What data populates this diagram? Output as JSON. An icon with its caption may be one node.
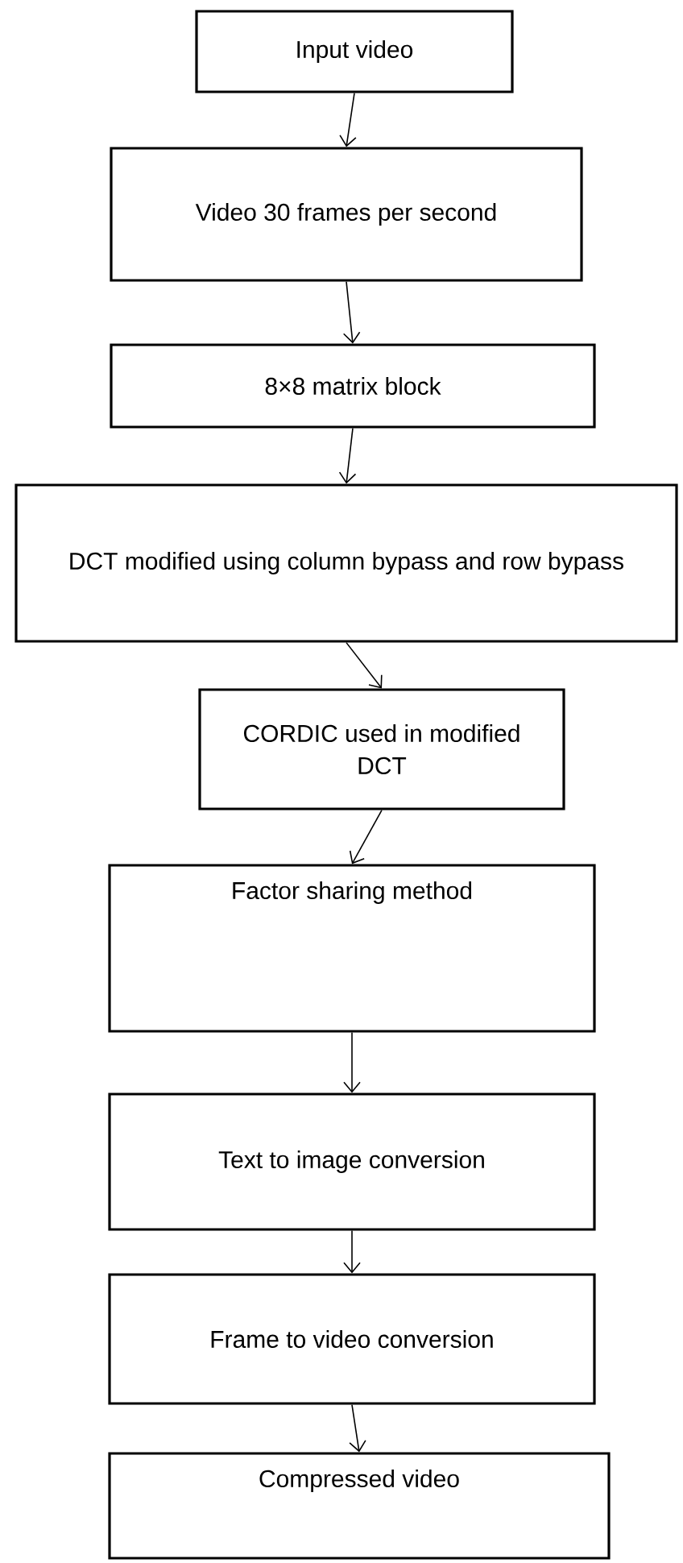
{
  "diagram": {
    "nodes": [
      {
        "text": [
          "Input video"
        ]
      },
      {
        "text": [
          "Video 30 frames per second"
        ]
      },
      {
        "text": [
          "8×8 matrix block"
        ]
      },
      {
        "text": [
          "DCT modified using column bypass and row bypass"
        ]
      },
      {
        "text": [
          "CORDIC used in modified DCT"
        ]
      },
      {
        "text": [
          "Factor sharing method"
        ]
      },
      {
        "text": [
          "Text to image conversion"
        ]
      },
      {
        "text": [
          "Frame to video conversion"
        ]
      },
      {
        "text": [
          "Compressed video"
        ]
      }
    ],
    "edges": [
      {
        "from": 0,
        "to": 1,
        "arrow": "to"
      },
      {
        "from": 1,
        "to": 2,
        "arrow": "to"
      },
      {
        "from": 2,
        "to": 3,
        "arrow": "to"
      },
      {
        "from": 3,
        "to": 4,
        "arrow": "to"
      },
      {
        "from": 4,
        "to": 5,
        "arrow": "to"
      },
      {
        "from": 5,
        "to": 6,
        "arrow": "to"
      },
      {
        "from": 6,
        "to": 7,
        "arrow": "to"
      },
      {
        "from": 7,
        "to": 8,
        "arrow": "to"
      }
    ]
  }
}
